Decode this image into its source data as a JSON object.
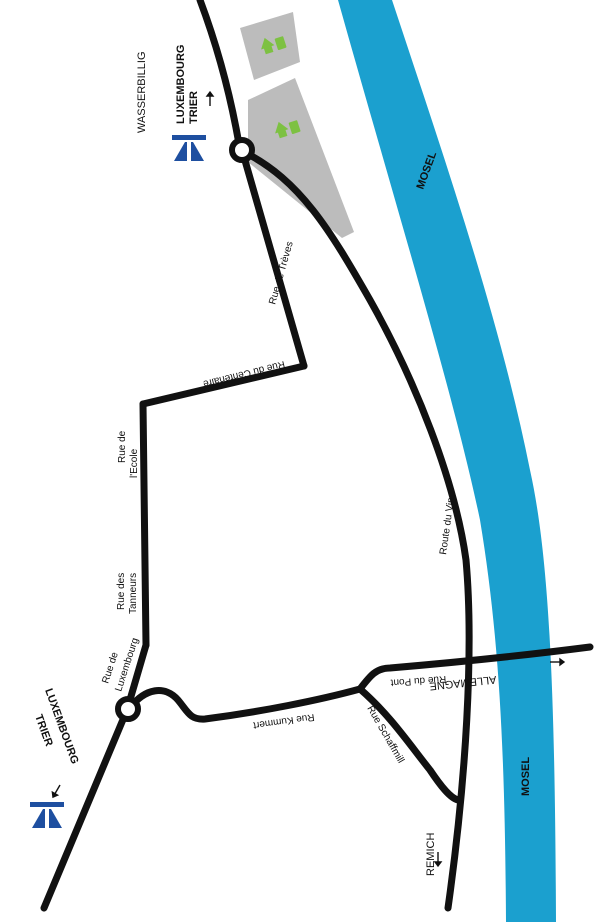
{
  "colors": {
    "river": "#1ba0cf",
    "road": "#111111",
    "building": "#bcbcbc",
    "marker": "#7dc142",
    "motorway_sign": "#1e4fa0",
    "background": "#ffffff"
  },
  "labels": {
    "town_north": "WASSERBILLIG",
    "motorway_north_line1": "LUXEMBOURG",
    "motorway_north_line2": "TRIER",
    "motorway_south_line1": "LUXEMBOURG",
    "motorway_south_line2": "TRIER",
    "river_upper": "MOSEL",
    "river_lower": "MOSEL",
    "country_east": "ALLEMAGNE",
    "town_south": "REMICH"
  },
  "streets": {
    "rue_de_treves": "Rue de Trèves",
    "rue_du_centenaire": "Rue du Centenaire",
    "rue_de_lecole_line1": "Rue de",
    "rue_de_lecole_line2": "l'Ecole",
    "rue_des_tanneurs_line1": "Rue des",
    "rue_des_tanneurs_line2": "Tanneurs",
    "rue_de_luxembourg_line1": "Rue de",
    "rue_de_luxembourg_line2": "Luxembourg",
    "route_du_vin": "Route du Vin",
    "rue_du_pont": "Rue du Pont",
    "rue_kummert": "Rue Kummert",
    "rue_schaffmill": "Rue Schaffmill"
  },
  "icons": {
    "motorway": "motorway-sign-icon",
    "location_marker": "house-marker-icon",
    "direction_arrow": "arrow-icon"
  }
}
